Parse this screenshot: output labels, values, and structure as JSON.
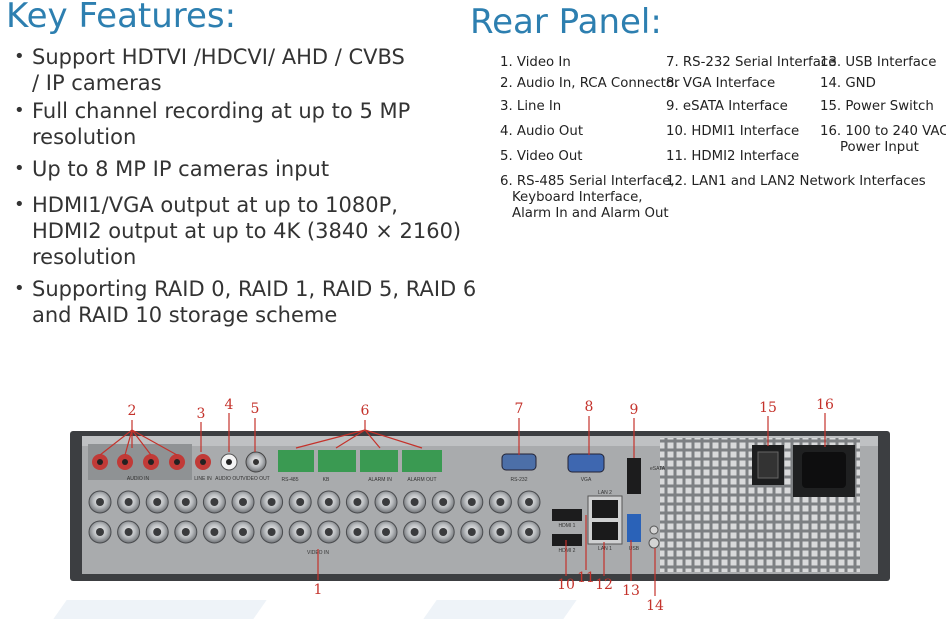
{
  "headings": {
    "left": "Key Features:",
    "right": "Rear Panel:"
  },
  "features": [
    {
      "line1": "Support HDTVI /HDCVI/ AHD / CVBS",
      "line2": "/ IP cameras"
    },
    {
      "line1": "Full channel recording at up to 5 MP",
      "line2": "resolution"
    },
    {
      "line1": "Up to 8 MP IP cameras input",
      "line2": ""
    },
    {
      "line1": "HDMI1/VGA output at up to 1080P,",
      "line2": "HDMI2 output at up to 4K (3840 × 2160)",
      "line3": "resolution"
    },
    {
      "line1": "Supporting RAID 0, RAID 1, RAID 5, RAID 6",
      "line2": "and RAID 10 storage scheme"
    }
  ],
  "rear_panel": {
    "col1": [
      "1. Video In",
      "2. Audio In, RCA Connector",
      "3. Line In",
      "4. Audio Out",
      "5. Video Out"
    ],
    "item6": {
      "line1": "6. RS-485 Serial Interface,",
      "line2": "Keyboard Interface,",
      "line3": "Alarm In and Alarm Out"
    },
    "col2": [
      "7. RS-232 Serial Interface",
      "8. VGA Interface",
      "9. eSATA Interface",
      "10. HDMI1 Interface",
      "11. HDMI2 Interface"
    ],
    "item12": "12. LAN1 and LAN2 Network Interfaces",
    "col3": [
      "13. USB Interface",
      "14. GND",
      "15. Power Switch"
    ],
    "item16": {
      "line1": "16. 100 to 240 VAC",
      "line2": "Power Input"
    }
  },
  "callouts": [
    "1",
    "2",
    "3",
    "4",
    "5",
    "6",
    "7",
    "8",
    "9",
    "10",
    "11",
    "12",
    "13",
    "14",
    "15",
    "16"
  ],
  "panel_labels": {
    "audio_in": "AUDIO IN",
    "line_in": "LINE IN",
    "audio_out": "AUDIO OUT",
    "video_out": "VIDEO OUT",
    "rs485": "RS-485",
    "kb": "KB",
    "alarm_in": "ALARM IN",
    "alarm_out": "ALARM OUT",
    "rs232": "RS-232",
    "vga": "VGA",
    "esata": "eSATA",
    "hdmi1": "HDMI 1",
    "hdmi2": "HDMI 2",
    "lan1": "LAN 1",
    "lan2": "LAN 2",
    "usb": "USB",
    "video_in": "VIDEO IN"
  },
  "colors": {
    "heading": "#2d7fb0",
    "callout": "#c4322b",
    "chassis": "#3c3e41",
    "faceplate": "#a9abad"
  }
}
